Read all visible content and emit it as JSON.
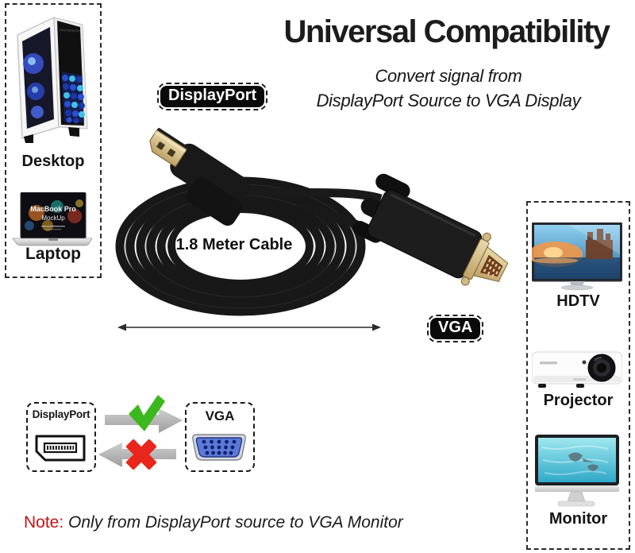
{
  "header": {
    "title": "Universal Compatibility",
    "subtitle_line1": "Convert signal from",
    "subtitle_line2": "DisplayPort Source to VGA Display"
  },
  "callouts": {
    "displayport": "DisplayPort",
    "vga": "VGA",
    "cable_length": "1.8 Meter Cable"
  },
  "sources": {
    "items": [
      {
        "label": "Desktop",
        "icon": "desktop-tower-icon"
      },
      {
        "label": "Laptop",
        "icon": "laptop-icon"
      }
    ],
    "laptop_screen_line1": "MacBook Pro",
    "laptop_screen_line2": "MockUp"
  },
  "displays": {
    "items": [
      {
        "label": "HDTV",
        "icon": "hdtv-icon"
      },
      {
        "label": "Projector",
        "icon": "projector-icon"
      },
      {
        "label": "Monitor",
        "icon": "monitor-icon"
      }
    ]
  },
  "compat": {
    "displayport_label": "DisplayPort",
    "vga_label": "VGA",
    "allowed_icon": "check-icon",
    "blocked_icon": "cross-icon"
  },
  "note": {
    "prefix": "Note:",
    "text": "Only from DisplayPort source to VGA Monitor"
  },
  "colors": {
    "background": "#ffffff",
    "pill_bg": "#0a0a0a",
    "pill_text": "#ffffff",
    "check_green": "#3db71e",
    "cross_red": "#e8261c",
    "arrow_gray": "#b9b9b9",
    "vga_icon_blue": "#5b7ad8",
    "note_red": "#c41414",
    "text_black": "#1a1a1a"
  }
}
